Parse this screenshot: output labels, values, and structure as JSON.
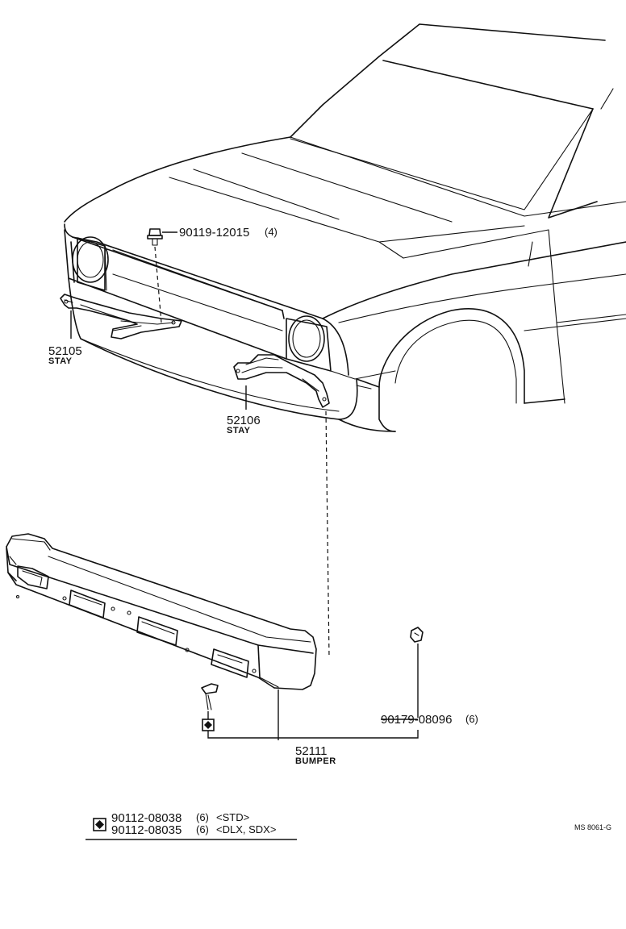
{
  "parts": {
    "bolt_top": {
      "number": "90119-12015",
      "qty": "(4)"
    },
    "stay_left": {
      "number": "52105",
      "name": "STAY"
    },
    "stay_right": {
      "number": "52106",
      "name": "STAY"
    },
    "nut": {
      "number": "90179-08096",
      "qty": "(6)"
    },
    "bumper": {
      "number": "52111",
      "name": "BUMPER"
    }
  },
  "legend": {
    "symbol": "diamond-in-square",
    "rows": [
      {
        "number": "90112-08038",
        "qty": "(6)",
        "variant": "<STD>"
      },
      {
        "number": "90112-08035",
        "qty": "(6)",
        "variant": "<DLX, SDX>"
      }
    ]
  },
  "reference_code": "MS 8061-G"
}
